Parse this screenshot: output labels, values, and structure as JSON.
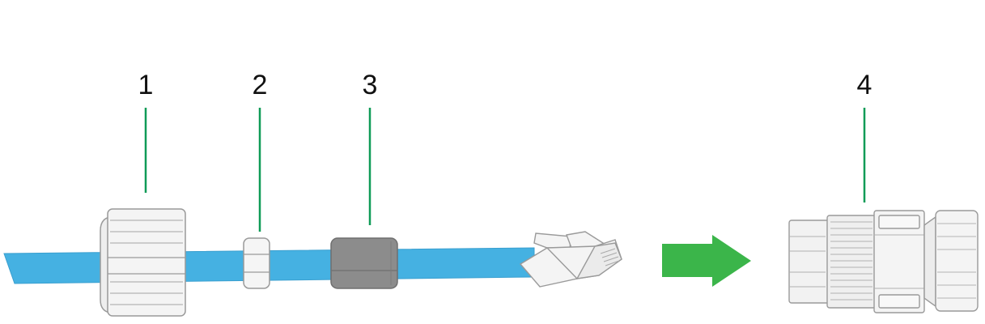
{
  "callouts": [
    {
      "label": "1",
      "part": "nut-icon"
    },
    {
      "label": "2",
      "part": "ring-icon"
    },
    {
      "label": "3",
      "part": "seal-icon"
    },
    {
      "label": "4",
      "part": "connector-icon"
    }
  ],
  "colors": {
    "cable": "#45b1e2",
    "leader": "#0f9b57",
    "arrow": "#3bb54a",
    "seal": "#8c8c8c",
    "part_fill": "#f2f2f2",
    "outline": "#9a9a9a"
  },
  "arrow": {
    "icon": "right-arrow-icon"
  }
}
